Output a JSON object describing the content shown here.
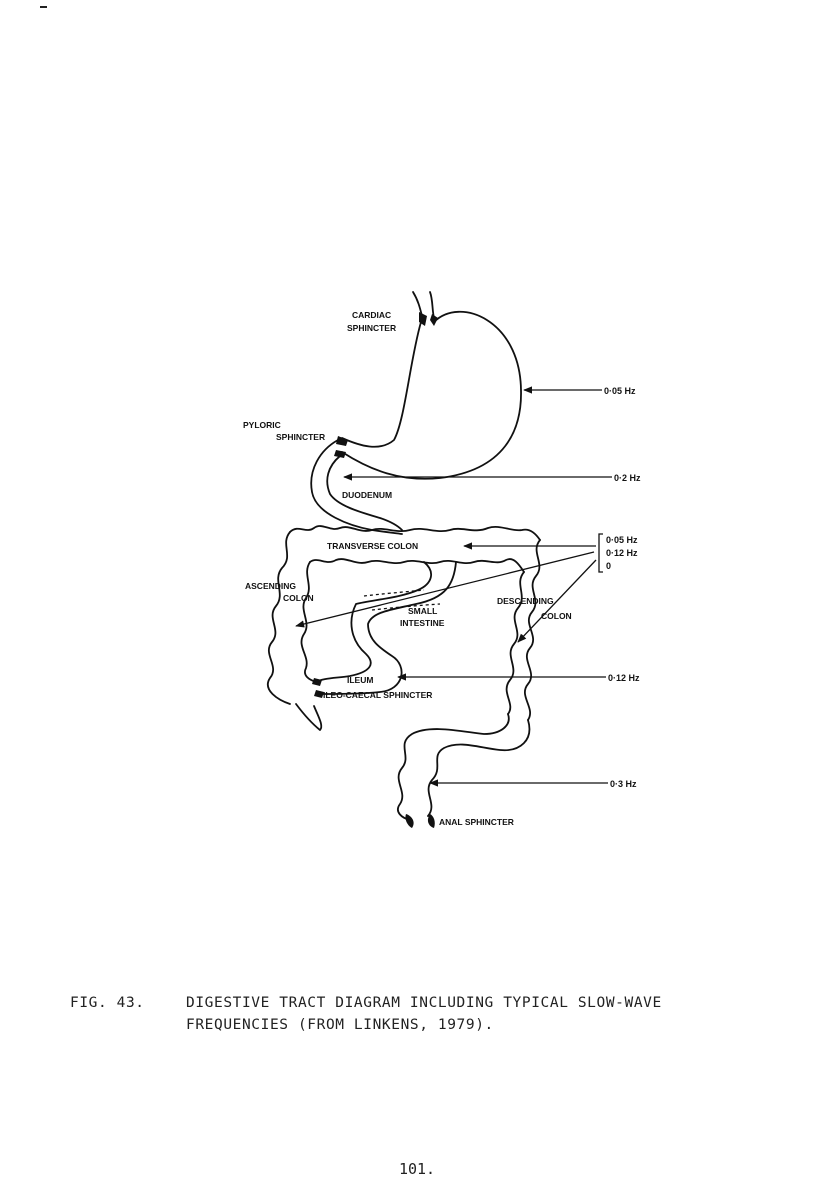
{
  "diagram": {
    "labels": {
      "cardiac_1": "CARDIAC",
      "cardiac_2": "SPHINCTER",
      "pyloric_1": "PYLORIC",
      "pyloric_2": "SPHINCTER",
      "duodenum": "DUODENUM",
      "transverse": "TRANSVERSE COLON",
      "ascending_1": "ASCENDING",
      "ascending_2": "COLON",
      "small_1": "SMALL",
      "small_2": "INTESTINE",
      "descending_1": "DESCENDING",
      "descending_2": "COLON",
      "ileum": "ILEUM",
      "ileo": "ILEO-CAECAL SPHINCTER",
      "anal": "ANAL SPHINCTER"
    },
    "frequencies": {
      "stomach": "0·05 Hz",
      "pylorus": "0·2 Hz",
      "colon_1": "0·05 Hz",
      "colon_2": "0·12 Hz",
      "colon_3": "0",
      "ileum": "0·12 Hz",
      "rectum": "0·3 Hz"
    }
  },
  "caption": {
    "fig": "FIG. 43.",
    "line1": "DIGESTIVE TRACT DIAGRAM INCLUDING TYPICAL SLOW-WAVE",
    "line2": "FREQUENCIES (FROM LINKENS, 1979)."
  },
  "page_number": "101."
}
